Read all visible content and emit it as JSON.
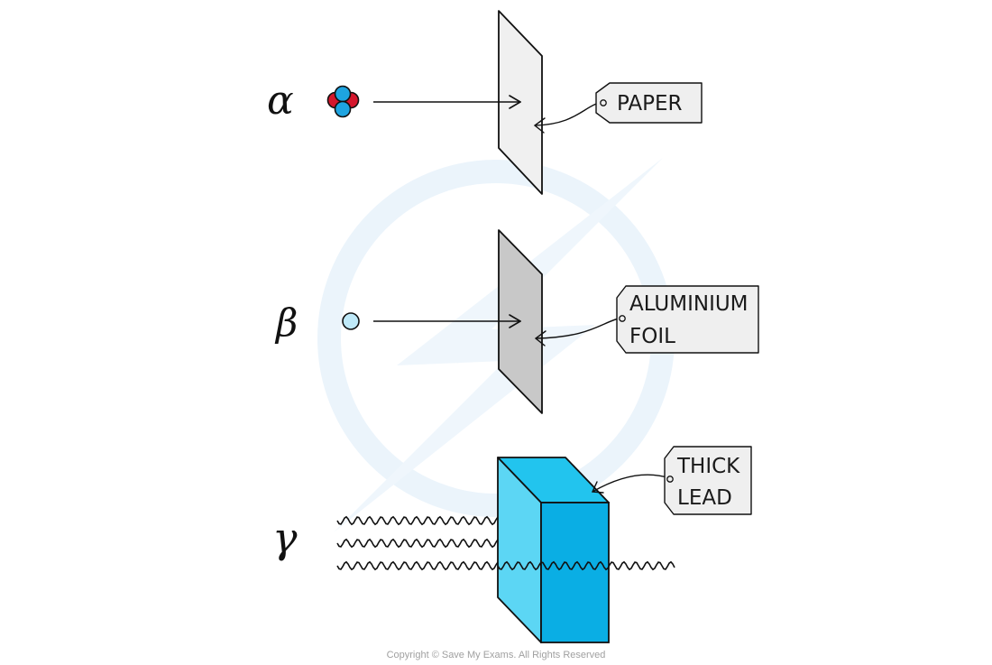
{
  "rows": [
    {
      "symbol": "α",
      "particle": "alpha-particle",
      "absorber": "paper",
      "tag_lines": [
        "PAPER"
      ],
      "absorber_color": "#f0f0f0"
    },
    {
      "symbol": "β",
      "particle": "beta-particle",
      "absorber": "aluminium-foil",
      "tag_lines": [
        "ALUMINIUM",
        "FOIL"
      ],
      "absorber_color": "#c8c8c8"
    },
    {
      "symbol": "γ",
      "particle": "gamma-ray",
      "absorber": "thick-lead",
      "tag_lines": [
        "THICK",
        "LEAD"
      ],
      "absorber_color": "#0aaee4"
    }
  ],
  "copyright": "Copyright © Save My Exams. All Rights Reserved",
  "colors": {
    "proton": "#d4162c",
    "neutron": "#1ea4e0",
    "beta": "#bfe9f8",
    "paper": "#f0f0f0",
    "foil": "#c8c8c8",
    "lead_front": "#5cd6f4",
    "lead_side": "#0aaee4",
    "lead_top": "#22c4ee",
    "tag_fill": "#efefef",
    "watermark": "#e9f3fb"
  },
  "icons": {
    "alpha_particle": "helium-nucleus-icon",
    "beta_particle": "electron-icon",
    "gamma_ray": "wave-icon",
    "tag": "label-tag-icon"
  }
}
